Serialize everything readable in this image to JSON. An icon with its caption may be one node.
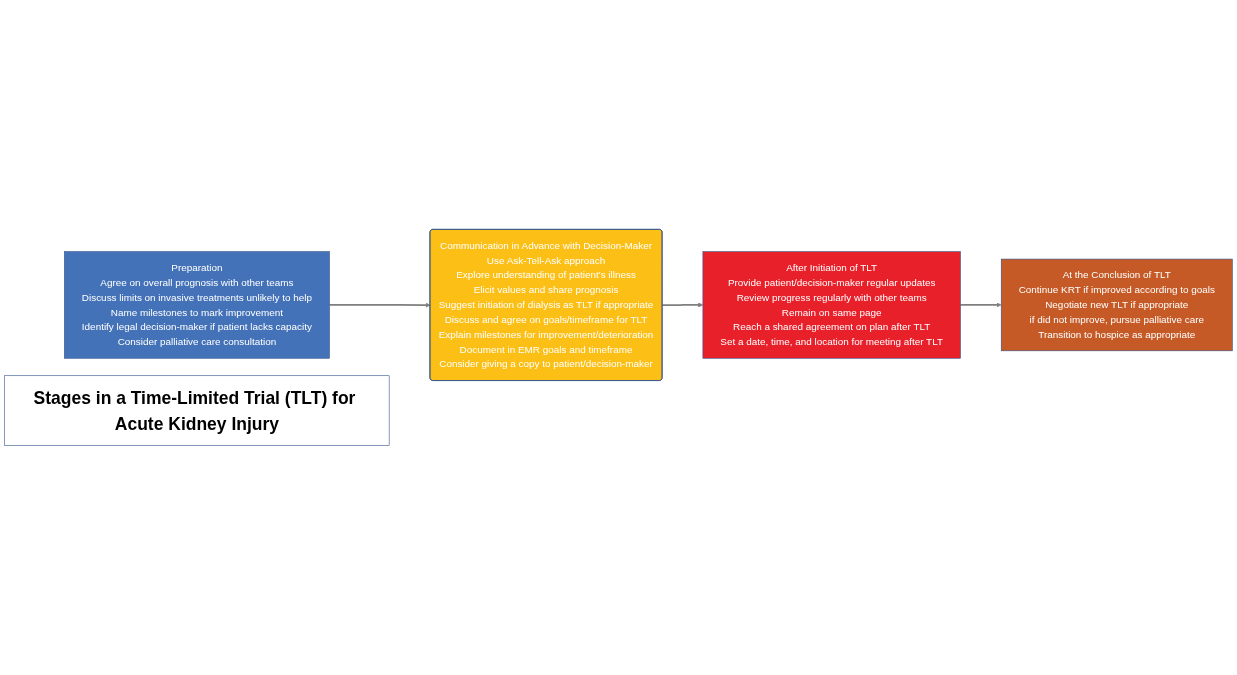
{
  "diagram": {
    "nodes": [
      {
        "text": [
          "Preparation",
          "Agree on overall prognosis with other teams",
          "Discuss limits on invasive treatments unlikely to help",
          "Name milestones to mark improvement",
          "Identify legal decision-maker if patient lacks capacity",
          "Consider palliative care consultation"
        ]
      },
      {
        "text": [
          "Communication in Advance with Decision-Maker",
          "Use Ask-Tell-Ask approach",
          "Explore understanding of patient's illness",
          "Elicit values and share prognosis",
          "Suggest initiation of dialysis as TLT if appropriate",
          "Discuss and agree on goals/timeframe for TLT",
          "Explain milestones for improvement/deterioration",
          "Document in EMR goals and timeframe",
          "Consider giving a copy to patient/decision-maker"
        ]
      },
      {
        "text": [
          "After Initiation of TLT",
          "Provide patient/decision-maker regular updates",
          "Review progress regularly with other teams",
          "Remain on same page",
          "Reach a shared agreement on plan after TLT",
          "Set a date, time, and location for meeting after TLT"
        ]
      },
      {
        "text": [
          "At the Conclusion of TLT",
          "Continue KRT if improved according to goals",
          "Negotiate new TLT if appropriate",
          "if did not improve, pursue palliative care",
          "Transition to hospice as appropriate"
        ]
      },
      {
        "text": [
          "Stages in a Time-Limited Trial (TLT) for Acute Kidney Injury"
        ]
      }
    ],
    "edges": [
      {
        "from": 0,
        "to": 1,
        "arrow": "to"
      },
      {
        "from": 1,
        "to": 2,
        "arrow": "to"
      },
      {
        "from": 2,
        "to": 3,
        "arrow": "to"
      }
    ]
  }
}
